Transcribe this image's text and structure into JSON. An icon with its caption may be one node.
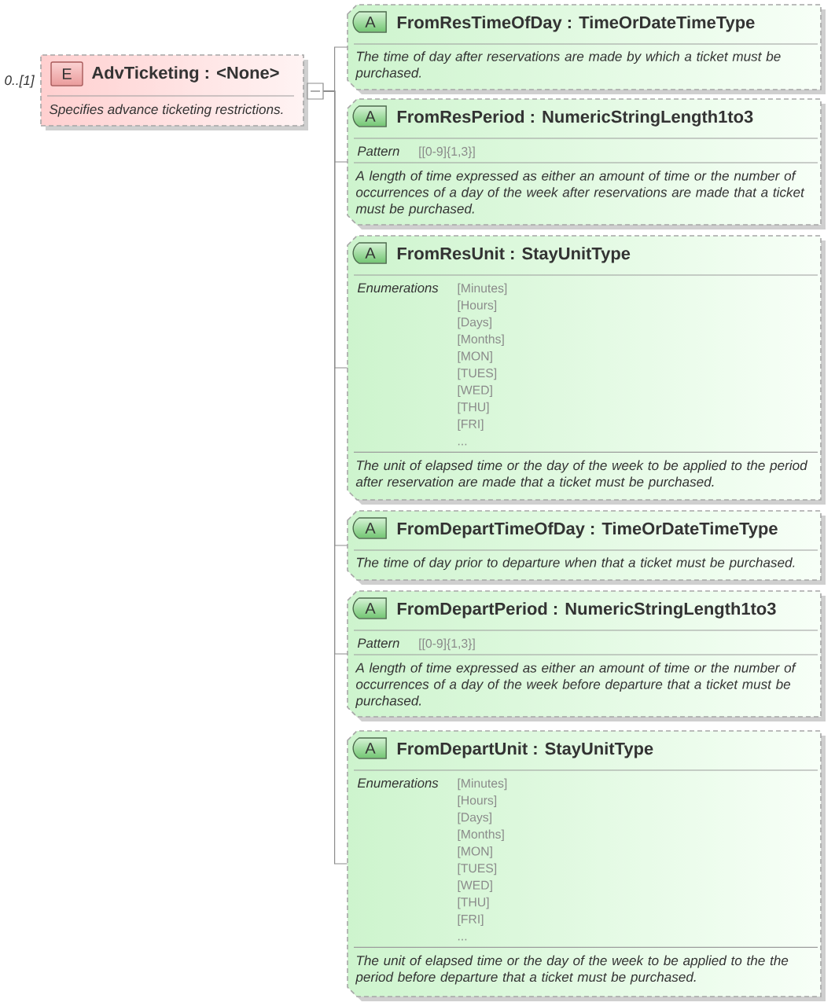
{
  "diagram": {
    "nodes": [
      {
        "text": [
          "AdvTicketing : <None>",
          "Specifies advance ticketing restrictions."
        ],
        "beside": [
          "0..[1]"
        ]
      },
      {
        "text": [
          "E"
        ],
        "in": 0
      },
      {
        "text": [],
        "shape": "box"
      },
      {
        "text": [
          "FromResTimeOfDay : TimeOrDateTimeType",
          "The time of day after reservations are made by which a ticket must be purchased."
        ]
      },
      {
        "text": [
          "A"
        ],
        "in": 3
      },
      {
        "text": [
          "FromResPeriod : NumericStringLength1to3",
          "Pattern",
          "[[0-9]{1,3}]",
          "A length of time expressed as either an amount of time or the number of occurrences of a day of the week after reservations are made that a ticket must be purchased."
        ]
      },
      {
        "text": [
          "A"
        ],
        "in": 5
      },
      {
        "text": [
          "FromResUnit : StayUnitType",
          "Enumerations",
          "[Minutes]",
          "[Hours]",
          "[Days]",
          "[Months]",
          "[MON]",
          "[TUES]",
          "[WED]",
          "[THU]",
          "[FRI]",
          "...",
          "The unit of elapsed time or the day of the week to be applied to the period after reservation are made that a ticket must be purchased."
        ]
      },
      {
        "text": [
          "A"
        ],
        "in": 7
      },
      {
        "text": [
          "FromDepartTimeOfDay : TimeOrDateTimeType",
          "The time of day prior to departure when that a ticket must be purchased."
        ]
      },
      {
        "text": [
          "A"
        ],
        "in": 9
      },
      {
        "text": [
          "FromDepartPeriod : NumericStringLength1to3",
          "Pattern",
          "[[0-9]{1,3}]",
          "A length of time expressed as either an amount of time or the number of occurrences of a day of the week before departure that a ticket must be purchased."
        ]
      },
      {
        "text": [
          "A"
        ],
        "in": 11
      },
      {
        "text": [
          "FromDepartUnit : StayUnitType",
          "Enumerations",
          "[Minutes]",
          "[Hours]",
          "[Days]",
          "[Months]",
          "[MON]",
          "[TUES]",
          "[WED]",
          "[THU]",
          "[FRI]",
          "...",
          "The unit of elapsed time or the day of the week to be applied to the the period before departure that a ticket must be purchased."
        ]
      },
      {
        "text": [
          "A"
        ],
        "in": 13
      }
    ],
    "edges": [
      {
        "from": 2,
        "to": 3,
        "arrow": "none"
      },
      {
        "from": 2,
        "to": 5,
        "arrow": "none"
      },
      {
        "from": 2,
        "to": 7,
        "arrow": "none"
      },
      {
        "from": 2,
        "to": 9,
        "arrow": "none"
      },
      {
        "from": 2,
        "to": 11,
        "arrow": "none"
      },
      {
        "from": 2,
        "to": 13,
        "arrow": "none"
      }
    ]
  }
}
